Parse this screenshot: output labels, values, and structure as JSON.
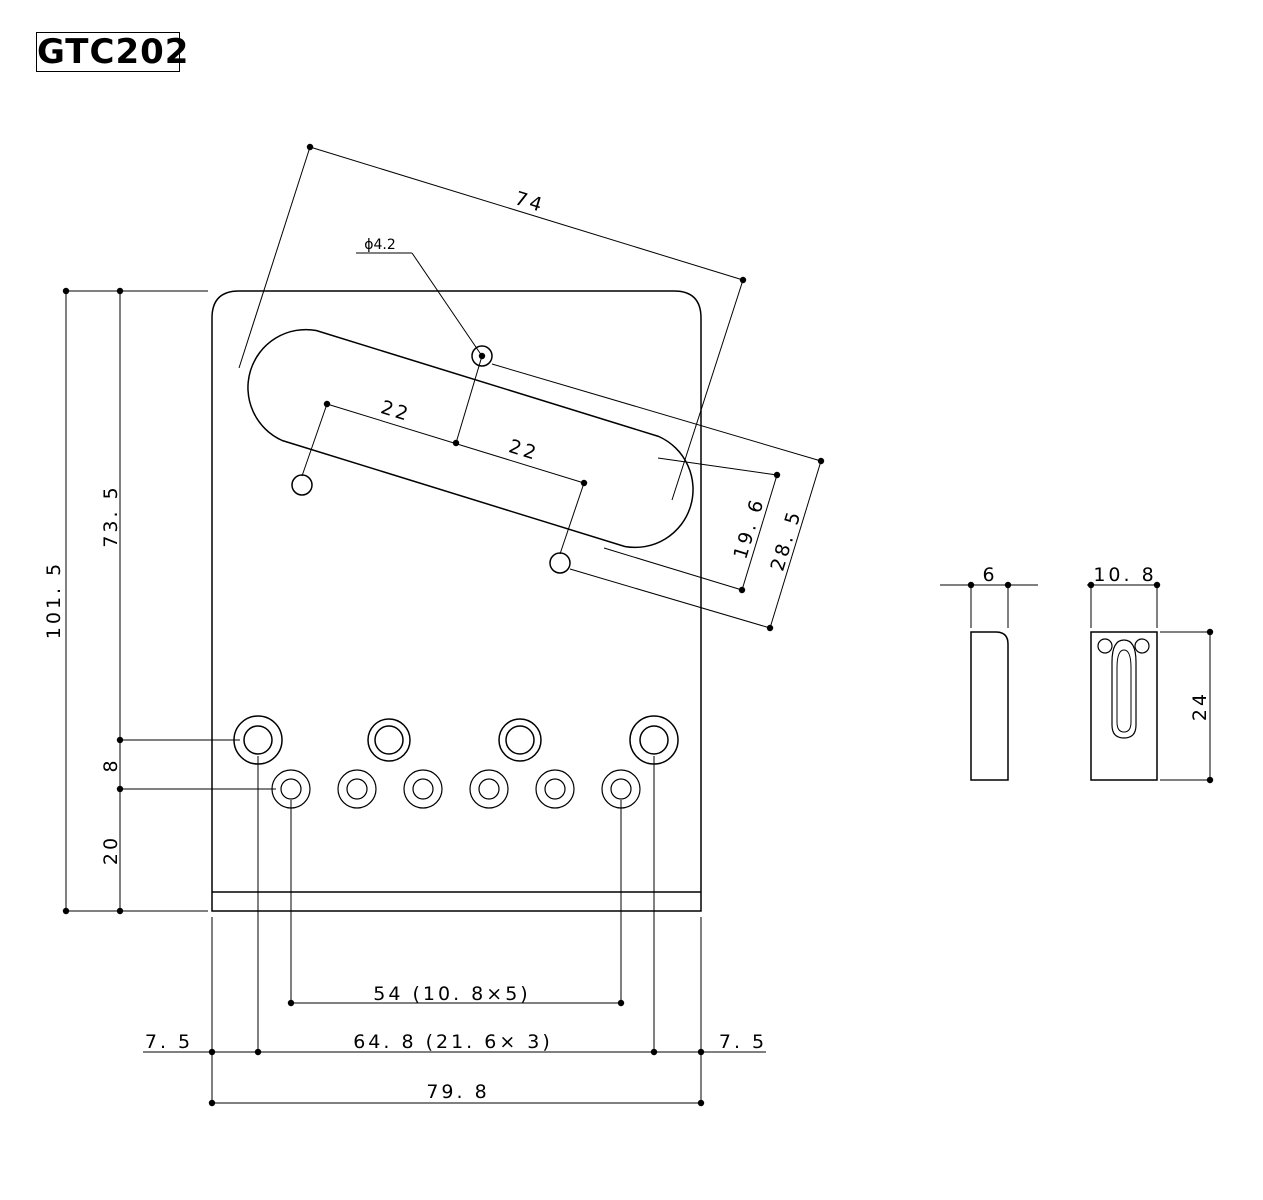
{
  "header": {
    "title": "GTC202"
  },
  "drawing": {
    "dims": {
      "pickup_length": "74",
      "hole_diameter": "ϕ4.2",
      "hole_spacing_left": "22",
      "hole_spacing_right": "22",
      "pickup_offset_a": "19. 6",
      "pickup_offset_b": "28. 5",
      "overall_height": "101. 5",
      "upper_height": "73. 5",
      "row_gap": "8",
      "bottom_gap": "20",
      "small_hole_span": "54 (10. 8×5)",
      "large_hole_span": "64. 8 (21. 6× 3)",
      "left_margin": "7. 5",
      "right_margin": "7. 5",
      "overall_width": "79. 8",
      "saddle_width": "6",
      "saddle_length": "10. 8",
      "saddle_height": "24"
    }
  }
}
